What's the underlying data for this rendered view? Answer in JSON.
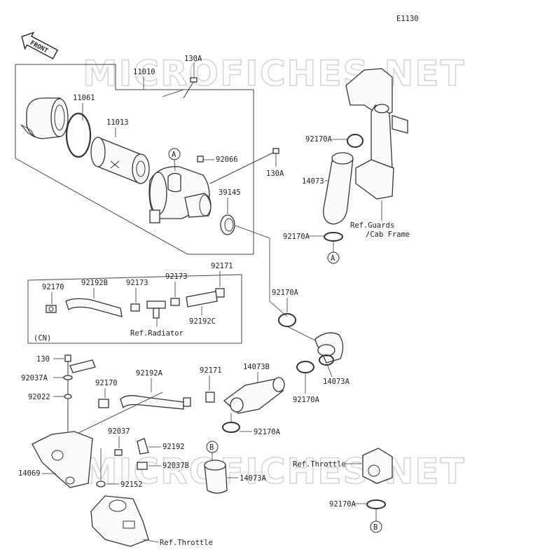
{
  "diagram_code": "E1130",
  "front_label": "FRONT",
  "watermark": "MICROFICHES.NET",
  "circle_markers": [
    "A",
    "A",
    "B",
    "B"
  ],
  "labels": {
    "p11010": "11010",
    "p130a_top": "130A",
    "p11061": "11061",
    "p11013": "11013",
    "p92066": "92066",
    "p130a_mid": "130A",
    "p39145": "39145",
    "p92170a_top": "92170A",
    "p14073": "14073",
    "ref_guards": "Ref.Guards",
    "cab_frame": "/Cab Frame",
    "p92170a_r2": "92170A",
    "p92170": "92170",
    "p92192b": "92192B",
    "p92173_a": "92173",
    "p92173_b": "92173",
    "p92171_top": "92171",
    "p92192c": "92192C",
    "ref_radiator": "Ref.Radiator",
    "cn": "(CN)",
    "p92170a_mid": "92170A",
    "p130": "130",
    "p92037a": "92037A",
    "p92022": "92022",
    "p92170_b": "92170",
    "p92192a": "92192A",
    "p92171_mid": "92171",
    "p14073b": "14073B",
    "p14073a_r": "14073A",
    "p92170a_c": "92170A",
    "p92170a_d": "92170A",
    "p92037": "92037",
    "p92192": "92192",
    "p92037b": "92037B",
    "p14069": "14069",
    "p92152": "92152",
    "p14073a_b": "14073A",
    "ref_throttle_r": "Ref.Throttle",
    "p92170a_e": "92170A",
    "ref_throttle_b": "Ref.Throttle"
  }
}
